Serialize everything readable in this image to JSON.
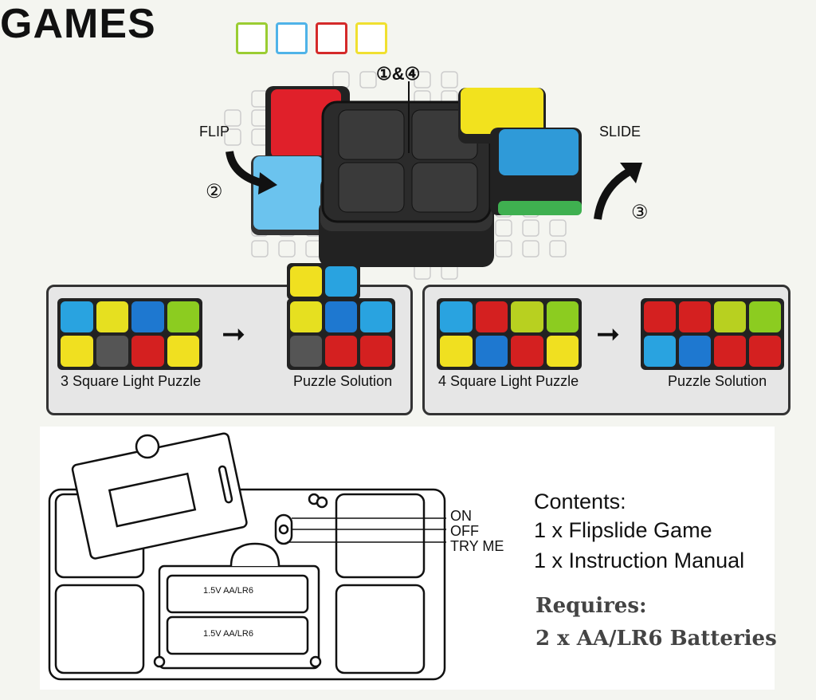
{
  "header": {
    "title": "GAMES",
    "swatches": [
      "#9acd32",
      "#4fb3e8",
      "#d42a2a",
      "#f0e030"
    ]
  },
  "hero": {
    "step_top": "①&④",
    "flip_label": "FLIP",
    "flip_step": "②",
    "slide_label": "SLIDE",
    "slide_step": "③"
  },
  "puzzles": {
    "left": {
      "puzzle_caption": "3 Square Light Puzzle",
      "solution_caption": "Puzzle Solution",
      "puzzle_cells": [
        "#29a3e0",
        "#e6e020",
        "#1e78d0",
        "#8ccc20",
        "#f0e020",
        "#555555",
        "#d42020",
        "#f0e020"
      ],
      "solution_top": [
        "#f0e020",
        "#29a3e0"
      ],
      "solution_cells": [
        "#e6e020",
        "#1e78d0",
        "#29a3e0",
        "#555555",
        "#d42020",
        "#d42020"
      ]
    },
    "right": {
      "puzzle_caption": "4 Square Light Puzzle",
      "solution_caption": "Puzzle Solution",
      "puzzle_cells": [
        "#29a3e0",
        "#d42020",
        "#b8d020",
        "#8ccc20",
        "#f0e020",
        "#1e78d0",
        "#d42020",
        "#f0e020"
      ],
      "solution_cells": [
        "#d42020",
        "#d42020",
        "#b8d020",
        "#8ccc20",
        "#29a3e0",
        "#1e78d0",
        "#d42020",
        "#d42020"
      ]
    },
    "arrow": "➞"
  },
  "device": {
    "switch_labels": [
      "ON",
      "OFF",
      "TRY ME"
    ],
    "battery_label": "1.5V AA/LR6"
  },
  "contents": {
    "heading": "Contents:",
    "line1": "1 x Flipslide Game",
    "line2": "1 x Instruction Manual"
  },
  "requires": {
    "heading": "Requires:",
    "line": "2 x AA/LR6 Batteries"
  }
}
